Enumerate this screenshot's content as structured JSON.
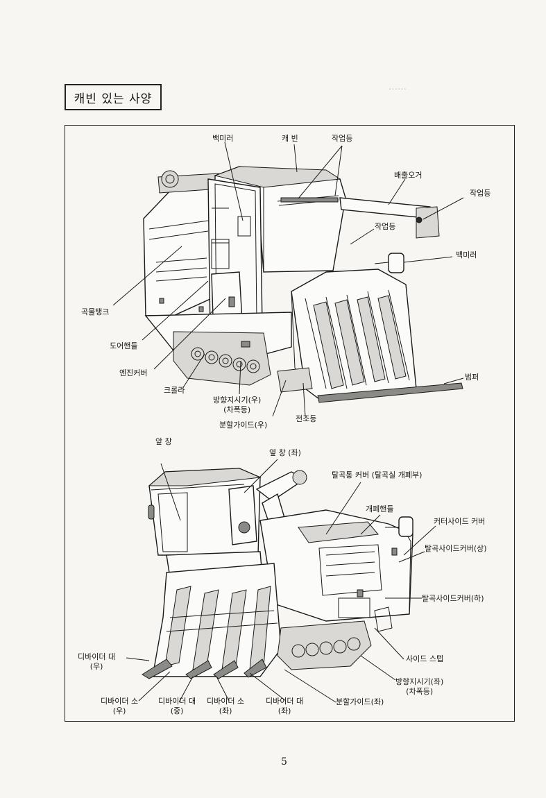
{
  "section_title": "캐빈 있는 사양",
  "page_number": "5",
  "top_diagram": {
    "labels": {
      "back_mirror_left": "백미러",
      "cabin": "캐 빈",
      "work_light_top": "작업등",
      "discharge_auger": "배출오거",
      "work_light_right": "작업등",
      "work_light_mid": "작업등",
      "back_mirror_right": "백미러",
      "grain_tank": "곡물탱크",
      "door_handle": "도어핸들",
      "engine_cover": "엔진커버",
      "crawler": "크롤라",
      "direction_indicator_right": "방향지시기(우)",
      "direction_indicator_right_sub": "(차폭등)",
      "divider_guide_right": "분할가이드(우)",
      "headlight": "전조등",
      "bumper": "범퍼"
    }
  },
  "bottom_diagram": {
    "labels": {
      "front_window": "앞 창",
      "side_window_left": "옆 창 (좌)",
      "threshing_cover": "탈곡통 커버 (탈곡실 개폐부)",
      "open_handle": "개폐핸들",
      "cutter_side_cover": "커터사이드 커버",
      "threshing_side_cover_upper": "탈곡사이드커버(상)",
      "threshing_side_cover_lower": "탈곡사이드커버(하)",
      "side_step": "사이드 스텝",
      "direction_indicator_left": "방향지시기(좌)",
      "direction_indicator_left_sub": "(차폭등)",
      "divider_guide_left": "분할가이드(좌)",
      "divider_large_right": "디바이더 대",
      "divider_large_right_sub": "(우)",
      "divider_small_right": "디바이더 소",
      "divider_small_right_sub": "(우)",
      "divider_large_center": "디바이더 대",
      "divider_large_center_sub": "(중)",
      "divider_small_left": "디바이더 소",
      "divider_small_left_sub": "(좌)",
      "divider_large_left": "디바이더 대",
      "divider_large_left_sub": "(좌)"
    }
  }
}
